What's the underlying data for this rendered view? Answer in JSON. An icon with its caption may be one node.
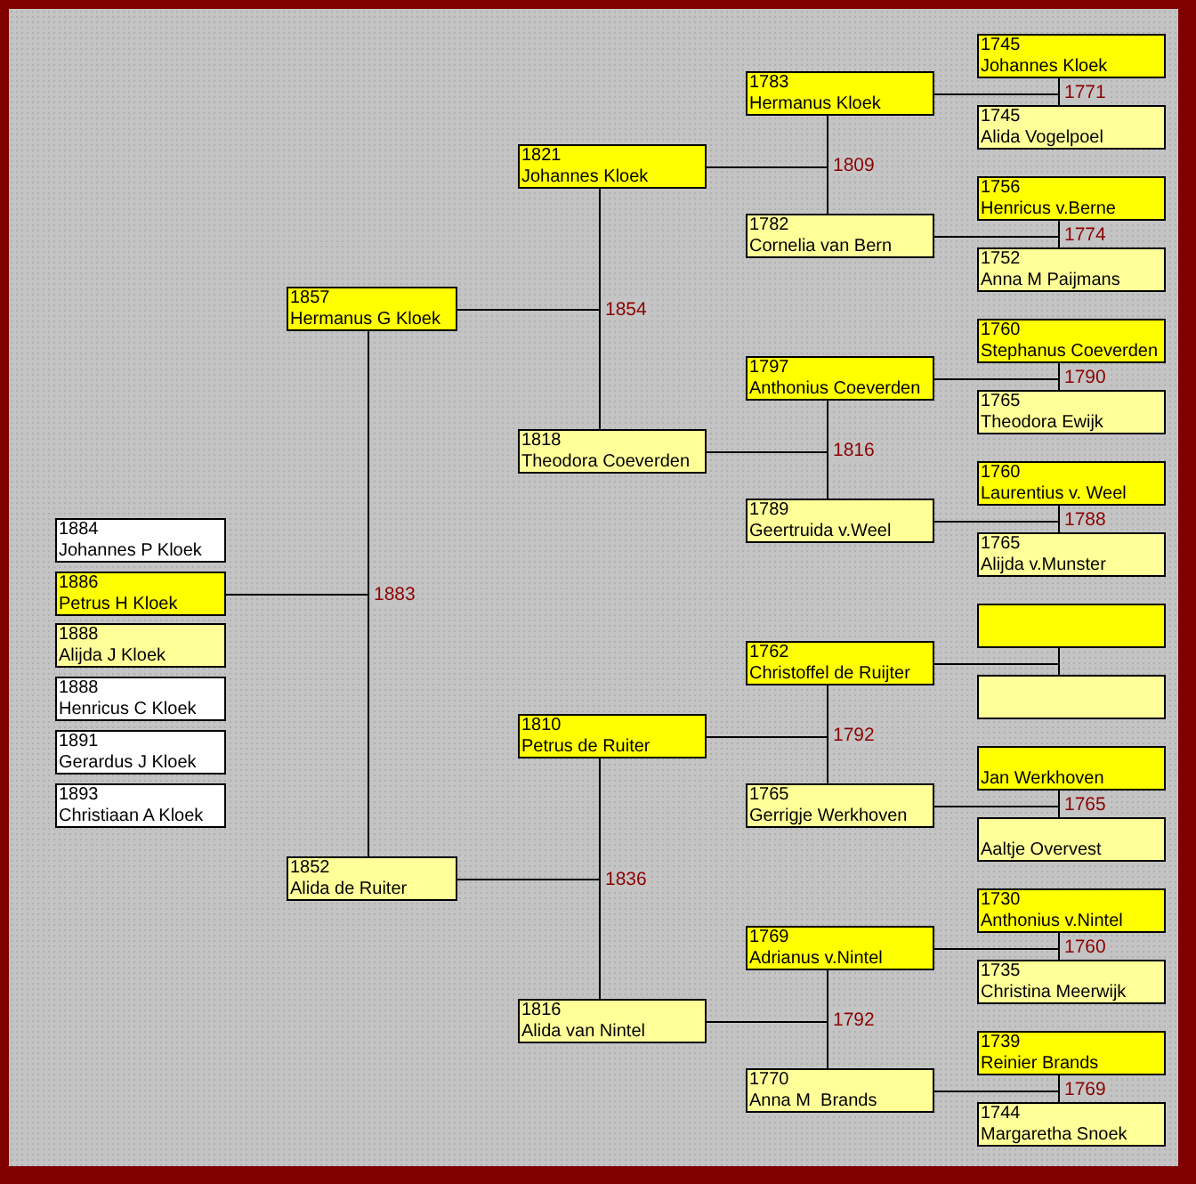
{
  "diagram": {
    "nodes": [
      {
        "text": [
          "1884",
          "Johannes P Kloek"
        ]
      },
      {
        "text": [
          "1886",
          "Petrus H Kloek"
        ]
      },
      {
        "text": [
          "1888",
          "Alijda J Kloek"
        ]
      },
      {
        "text": [
          "1888",
          "Henricus C Kloek"
        ]
      },
      {
        "text": [
          "1891",
          "Gerardus J Kloek"
        ]
      },
      {
        "text": [
          "1893",
          "Christiaan A Kloek"
        ]
      },
      {
        "text": [
          "1857",
          "Hermanus G Kloek"
        ]
      },
      {
        "text": [
          "1852",
          "Alida de Ruiter"
        ]
      },
      {
        "text": [
          "1821",
          "Johannes Kloek"
        ]
      },
      {
        "text": [
          "1818",
          "Theodora Coeverden"
        ]
      },
      {
        "text": [
          "1810",
          "Petrus de Ruiter"
        ]
      },
      {
        "text": [
          "1816",
          "Alida van Nintel"
        ]
      },
      {
        "text": [
          "1783",
          "Hermanus Kloek"
        ]
      },
      {
        "text": [
          "1782",
          "Cornelia van Bern"
        ]
      },
      {
        "text": [
          "1797",
          "Anthonius Coeverden"
        ]
      },
      {
        "text": [
          "1789",
          "Geertruida v.Weel"
        ]
      },
      {
        "text": [
          "1762",
          "Christoffel de Ruijter"
        ]
      },
      {
        "text": [
          "1765",
          "Gerrigje Werkhoven"
        ]
      },
      {
        "text": [
          "1769",
          "Adrianus v.Nintel"
        ]
      },
      {
        "text": [
          "1770",
          "Anna M  Brands"
        ]
      },
      {
        "text": [
          "1745",
          "Johannes Kloek"
        ]
      },
      {
        "text": [
          "1745",
          "Alida Vogelpoel"
        ]
      },
      {
        "text": [
          "1756",
          "Henricus v.Berne"
        ]
      },
      {
        "text": [
          "1752",
          "Anna M Paijmans"
        ]
      },
      {
        "text": [
          "1760",
          "Stephanus Coeverden"
        ]
      },
      {
        "text": [
          "1765",
          "Theodora Ewijk"
        ]
      },
      {
        "text": [
          "1760",
          "Laurentius v. Weel"
        ]
      },
      {
        "text": [
          "1765",
          "Alijda v.Munster"
        ]
      },
      {
        "text": [],
        "shape": "box"
      },
      {
        "text": [],
        "shape": "box"
      },
      {
        "text": [
          "Jan Werkhoven"
        ]
      },
      {
        "text": [
          "Aaltje Overvest"
        ]
      },
      {
        "text": [
          "1730",
          "Anthonius v.Nintel"
        ]
      },
      {
        "text": [
          "1735",
          "Christina Meerwijk"
        ]
      },
      {
        "text": [
          "1739",
          "Reinier Brands"
        ]
      },
      {
        "text": [
          "1744",
          "Margaretha Snoek"
        ]
      }
    ],
    "edges": [
      {
        "from": 6,
        "to": 7,
        "arrow": "none",
        "label": "1883"
      },
      {
        "from": 1,
        "to": 6,
        "arrow": "none"
      },
      {
        "from": 1,
        "to": 7,
        "arrow": "none"
      },
      {
        "from": 8,
        "to": 9,
        "arrow": "none",
        "label": "1854"
      },
      {
        "from": 6,
        "to": 8,
        "arrow": "none"
      },
      {
        "from": 6,
        "to": 9,
        "arrow": "none"
      },
      {
        "from": 10,
        "to": 11,
        "arrow": "none",
        "label": "1836"
      },
      {
        "from": 7,
        "to": 10,
        "arrow": "none"
      },
      {
        "from": 7,
        "to": 11,
        "arrow": "none"
      },
      {
        "from": 12,
        "to": 13,
        "arrow": "none",
        "label": "1809"
      },
      {
        "from": 8,
        "to": 12,
        "arrow": "none"
      },
      {
        "from": 8,
        "to": 13,
        "arrow": "none"
      },
      {
        "from": 14,
        "to": 15,
        "arrow": "none",
        "label": "1816"
      },
      {
        "from": 9,
        "to": 14,
        "arrow": "none"
      },
      {
        "from": 9,
        "to": 15,
        "arrow": "none"
      },
      {
        "from": 16,
        "to": 17,
        "arrow": "none",
        "label": "1792"
      },
      {
        "from": 10,
        "to": 16,
        "arrow": "none"
      },
      {
        "from": 10,
        "to": 17,
        "arrow": "none"
      },
      {
        "from": 18,
        "to": 19,
        "arrow": "none",
        "label": "1792"
      },
      {
        "from": 11,
        "to": 18,
        "arrow": "none"
      },
      {
        "from": 11,
        "to": 19,
        "arrow": "none"
      },
      {
        "from": 20,
        "to": 21,
        "arrow": "none",
        "label": "1771"
      },
      {
        "from": 12,
        "to": 20,
        "arrow": "none"
      },
      {
        "from": 12,
        "to": 21,
        "arrow": "none"
      },
      {
        "from": 22,
        "to": 23,
        "arrow": "none",
        "label": "1774"
      },
      {
        "from": 13,
        "to": 22,
        "arrow": "none"
      },
      {
        "from": 13,
        "to": 23,
        "arrow": "none"
      },
      {
        "from": 24,
        "to": 25,
        "arrow": "none",
        "label": "1790"
      },
      {
        "from": 14,
        "to": 24,
        "arrow": "none"
      },
      {
        "from": 14,
        "to": 25,
        "arrow": "none"
      },
      {
        "from": 26,
        "to": 27,
        "arrow": "none",
        "label": "1788"
      },
      {
        "from": 15,
        "to": 26,
        "arrow": "none"
      },
      {
        "from": 15,
        "to": 27,
        "arrow": "none"
      },
      {
        "from": 28,
        "to": 29,
        "arrow": "none"
      },
      {
        "from": 16,
        "to": 28,
        "arrow": "none"
      },
      {
        "from": 16,
        "to": 29,
        "arrow": "none"
      },
      {
        "from": 30,
        "to": 31,
        "arrow": "none",
        "label": "1765"
      },
      {
        "from": 17,
        "to": 30,
        "arrow": "none"
      },
      {
        "from": 17,
        "to": 31,
        "arrow": "none"
      },
      {
        "from": 32,
        "to": 33,
        "arrow": "none",
        "label": "1760"
      },
      {
        "from": 18,
        "to": 32,
        "arrow": "none"
      },
      {
        "from": 18,
        "to": 33,
        "arrow": "none"
      },
      {
        "from": 34,
        "to": 35,
        "arrow": "none",
        "label": "1769"
      },
      {
        "from": 19,
        "to": 34,
        "arrow": "none"
      },
      {
        "from": 19,
        "to": 35,
        "arrow": "none"
      }
    ]
  }
}
